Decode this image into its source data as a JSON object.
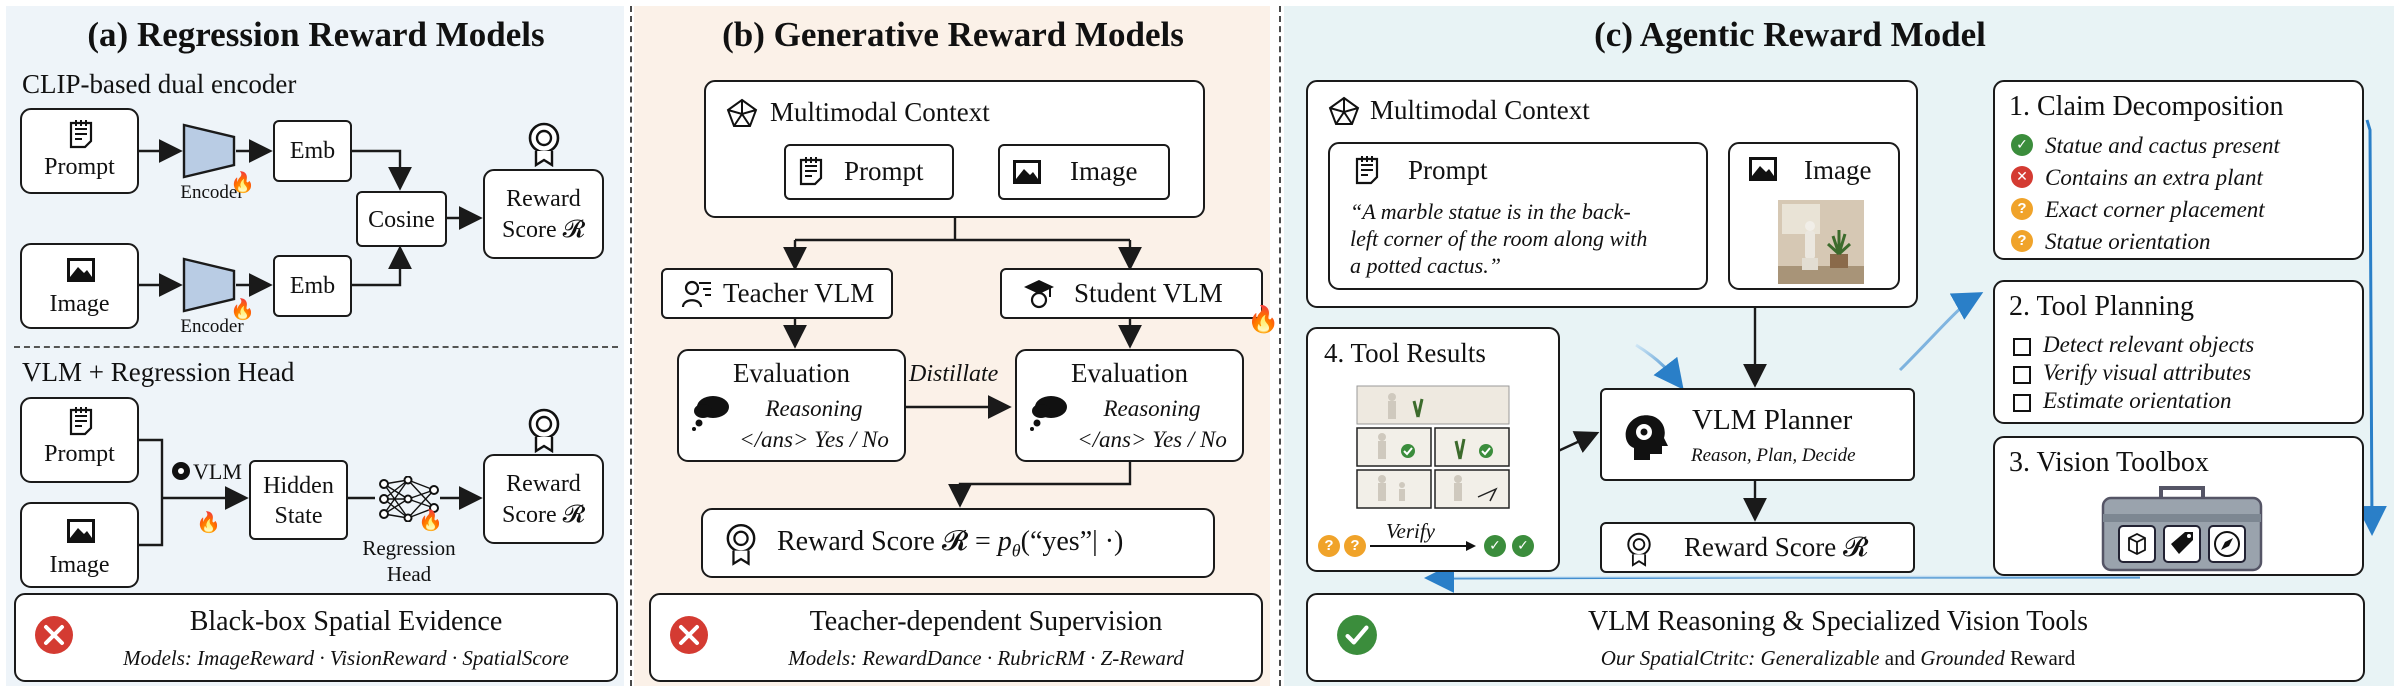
{
  "colors": {
    "panel_a_bg": "#eef4f9",
    "panel_b_bg": "#fbf1e8",
    "panel_c_bg": "#e8f3f5",
    "fail": "#d43b32",
    "pass": "#3b8d3c",
    "warn": "#f0a32a",
    "flame": "#e8412c",
    "accent_blue": "#2a7fc8",
    "encoder": "#b9cce4"
  },
  "panel_a": {
    "title": "(a) Regression Reward Models",
    "sec1": "CLIP-based dual encoder",
    "prompt": "Prompt",
    "image": "Image",
    "encoder1": "Encoder",
    "encoder2": "Encoder",
    "emb1": "Emb",
    "emb2": "Emb",
    "cosine": "Cosine",
    "reward1_line1": "Reward",
    "reward1_line2": "Score 𝓡",
    "sec2": "VLM + Regression Head",
    "prompt2": "Prompt",
    "image2": "Image",
    "vlm": "VLM",
    "hidden1": "Hidden",
    "hidden2": "State",
    "reg1": "Regression",
    "reg2": "Head",
    "reward2_line1": "Reward",
    "reward2_line2": "Score 𝓡",
    "foot_title": "Black-box Spatial Evidence",
    "foot_models": "Models: ImageReward · VisionReward · SpatialScore"
  },
  "panel_b": {
    "title": "(b) Generative Reward Models",
    "context": "Multimodal Context",
    "prompt": "Prompt",
    "image": "Image",
    "teacher": "Teacher VLM",
    "student": "Student VLM",
    "eval": "Evaluation",
    "reasoning": "Reasoning",
    "ans": "</ans> Yes / No",
    "distill": "Distillate",
    "reward_label": "Reward Score 𝓡 = ",
    "reward_formula": "p",
    "reward_sub": "θ",
    "reward_tail": "(“yes”| ·)",
    "foot_title": "Teacher-dependent Supervision",
    "foot_models": "Models: RewardDance · RubricRM · Z-Reward"
  },
  "panel_c": {
    "title": "(c) Agentic Reward Model",
    "context": "Multimodal Context",
    "prompt": "Prompt",
    "prompt_quote_l1": "“A marble statue is in the back-",
    "prompt_quote_l2": "left corner of the room along with",
    "prompt_quote_l3": "a potted cactus.”",
    "image": "Image",
    "tool_results": "4. Tool Results",
    "verify": "Verify",
    "planner": "VLM Planner",
    "planner_sub": "Reason, Plan, Decide",
    "reward": "Reward Score 𝓡",
    "claim_title": "1. Claim Decomposition",
    "claims": [
      "Statue and cactus present",
      "Contains an extra plant",
      "Exact corner placement",
      "Statue orientation"
    ],
    "plan_title": "2. Tool Planning",
    "plans": [
      "Detect relevant objects",
      "Verify visual attributes",
      "Estimate orientation"
    ],
    "toolbox_title": "3. Vision Toolbox",
    "foot_title": "VLM Reasoning & Specialized Vision Tools",
    "foot_pre": "Our SpatialCtritc: ",
    "foot_g1": "Generalizable",
    "foot_and": " and ",
    "foot_g2": "Grounded",
    "foot_post": " Reward"
  }
}
